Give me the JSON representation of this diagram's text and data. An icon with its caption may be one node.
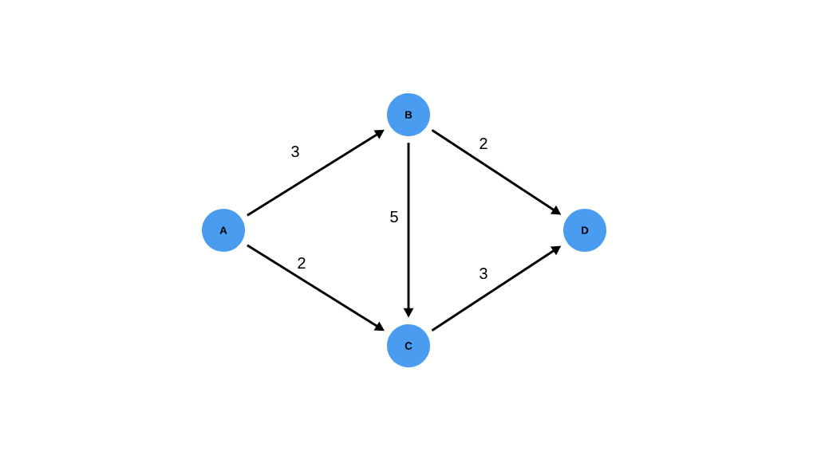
{
  "diagram": {
    "nodes": [
      {
        "text": [
          "A"
        ]
      },
      {
        "text": [
          "B"
        ]
      },
      {
        "text": [
          "C"
        ]
      },
      {
        "text": [
          "D"
        ]
      }
    ],
    "edges": [
      {
        "from": 0,
        "to": 1,
        "arrow": "to",
        "label": "3"
      },
      {
        "from": 0,
        "to": 2,
        "arrow": "to",
        "label": "2"
      },
      {
        "from": 1,
        "to": 2,
        "arrow": "to",
        "label": "5"
      },
      {
        "from": 1,
        "to": 3,
        "arrow": "to",
        "label": "2"
      },
      {
        "from": 2,
        "to": 3,
        "arrow": "to",
        "label": "3"
      }
    ]
  }
}
